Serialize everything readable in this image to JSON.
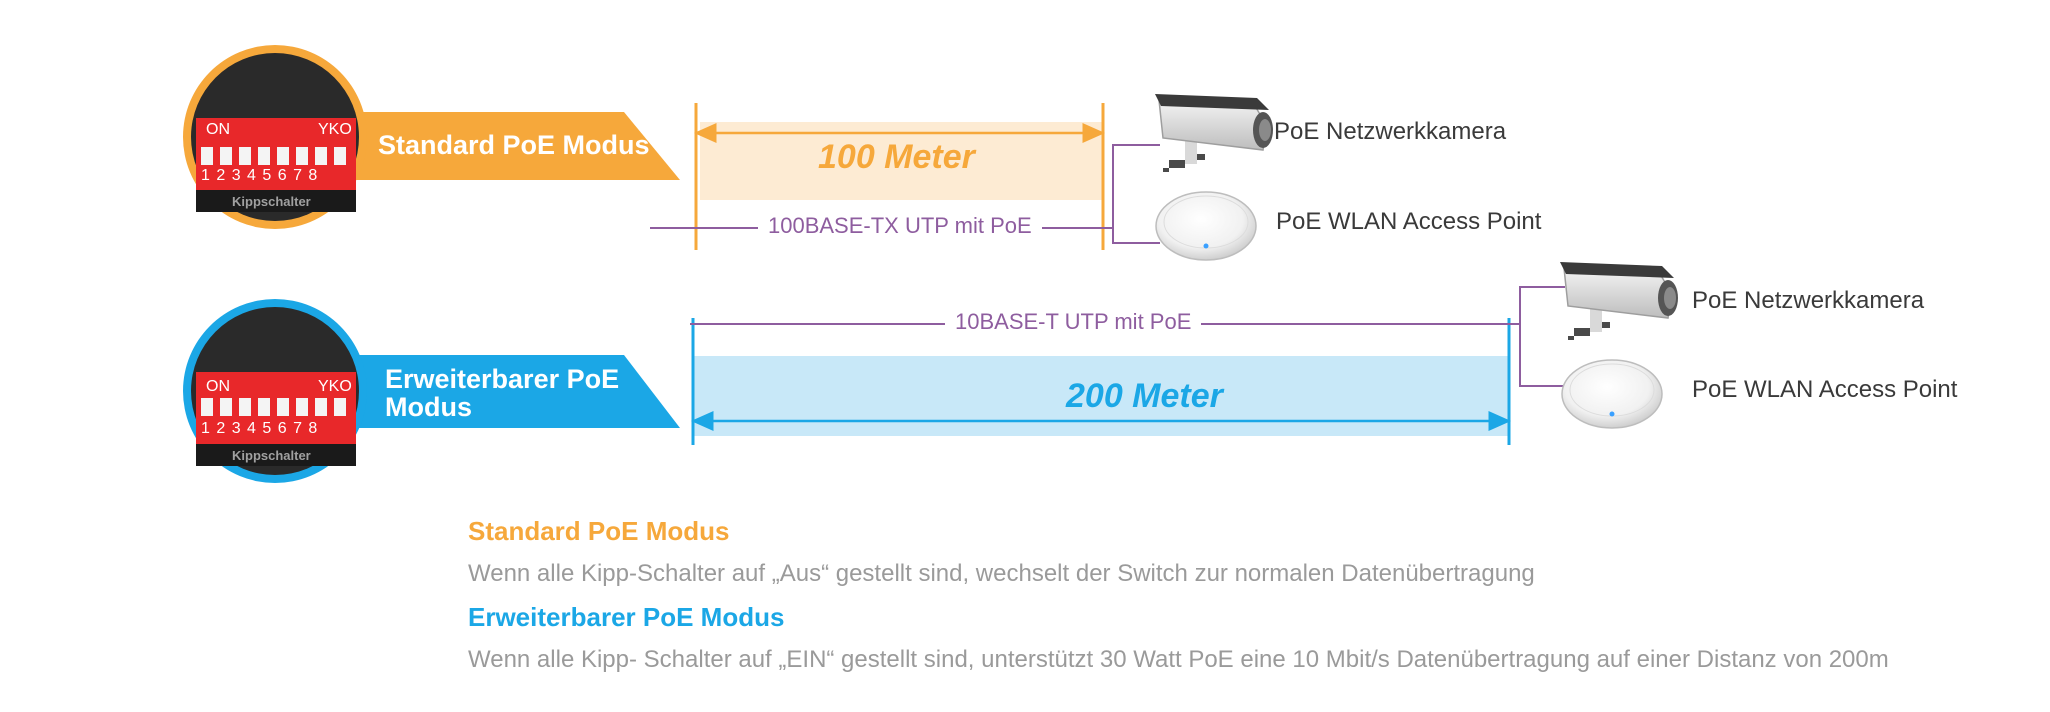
{
  "colors": {
    "orange": "#f6a83b",
    "blue": "#1ba7e6",
    "purple": "#8e5d9f",
    "light_orange": "#fdebd3",
    "light_blue": "#c8e8f8"
  },
  "standard": {
    "mode_label": "Standard PoE Modus",
    "distance": "100 Meter",
    "cable": "100BASE-TX UTP mit PoE",
    "dip": {
      "on": "ON",
      "off": "YKO",
      "numbers": "1 2 3 4 5 6 7 8",
      "caption": "Kippschalter"
    },
    "devices": {
      "camera": "PoE Netzwerkkamera",
      "ap": "PoE WLAN Access Point"
    }
  },
  "extended": {
    "mode_label_line1": "Erweiterbarer PoE",
    "mode_label_line2": "Modus",
    "distance": "200 Meter",
    "cable": "10BASE-T UTP mit PoE",
    "dip": {
      "on": "ON",
      "off": "YKO",
      "numbers": "1 2 3 4 5 6 7 8",
      "caption": "Kippschalter"
    },
    "devices": {
      "camera": "PoE Netzwerkkamera",
      "ap": "PoE WLAN Access Point"
    }
  },
  "descriptions": {
    "standard_title": "Standard PoE Modus",
    "standard_text": "Wenn alle Kipp-Schalter auf „Aus“ gestellt sind, wechselt der Switch zur normalen Datenübertragung",
    "extended_title": "Erweiterbarer PoE Modus",
    "extended_text": "Wenn alle Kipp- Schalter auf „EIN“ gestellt sind, unterstützt 30 Watt PoE eine 10 Mbit/s Datenübertragung auf einer Distanz von 200m"
  }
}
